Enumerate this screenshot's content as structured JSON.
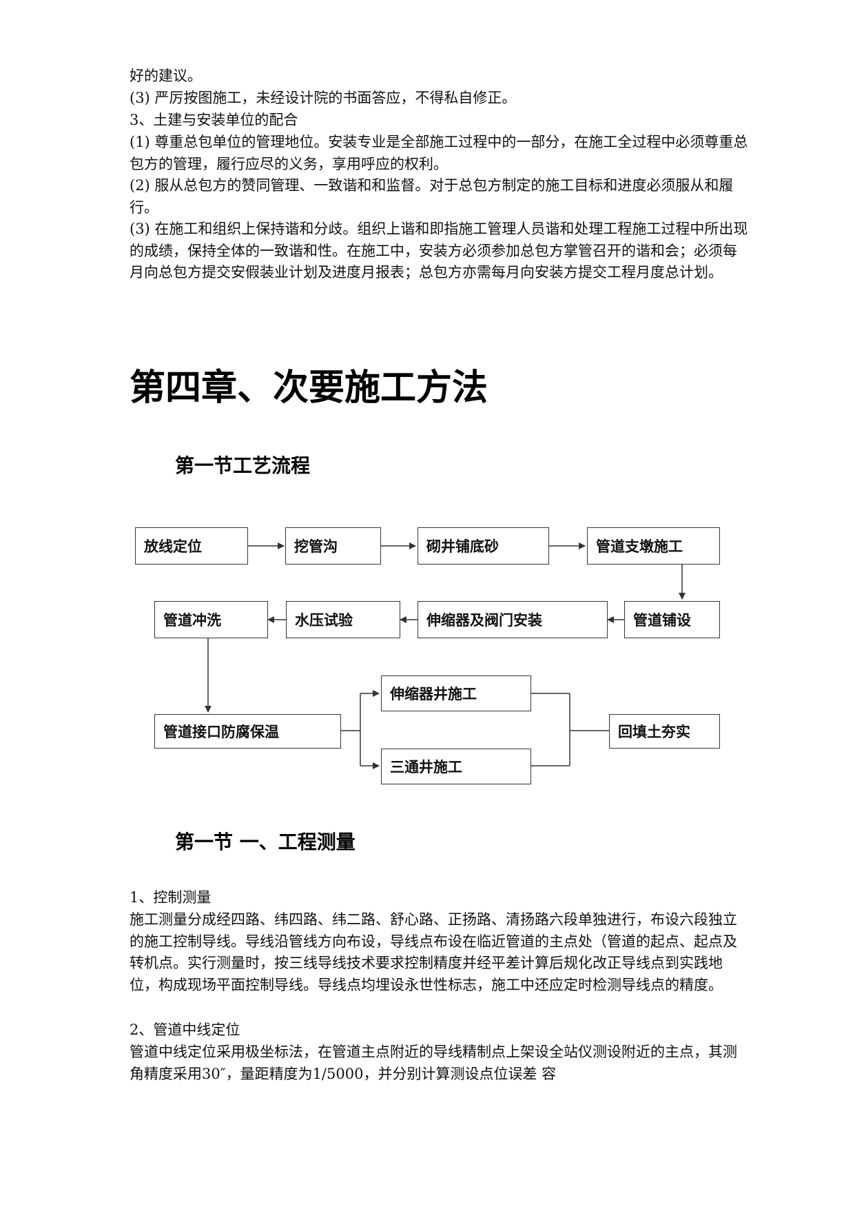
{
  "top_text": {
    "line_1": "好的建议。",
    "line_2": "(3)  严厉按图施工，未经设计院的书面答应，不得私自修正。",
    "line_3": "3、土建与安装单位的配合",
    "line_4": "(1)  尊重总包单位的管理地位。安装专业是全部施工过程中的一部分，在施工全过程中必须尊重总包方的管理，履行应尽的义务，享用呼应的权利。",
    "line_5": "(2)  服从总包方的赞同管理、一致谐和和监督。对于总包方制定的施工目标和进度必须服从和履行。",
    "line_6": "(3)  在施工和组织上保持谐和分歧。组织上谐和即指施工管理人员谐和处理工程施工过程中所出现的成绩，保持全体的一致谐和性。在施工中，安装方必须参加总包方掌管召开的谐和会；必须每月向总包方提交安假装业计划及进度月报表；总包方亦需每月向安装方提交工程月度总计划。"
  },
  "chapter_title": "第四章、次要施工方法",
  "section_1_title": "第一节工艺流程",
  "flowchart": {
    "steps": [
      "放线定位",
      "挖管沟",
      "砌井铺底砂",
      "管道支墩施工",
      "管道铺设",
      "伸缩器及阀门安装",
      "水压试验",
      "管道冲洗",
      "管道接口防腐保温",
      "伸缩器井施工",
      "三通井施工",
      "回填土夯实"
    ]
  },
  "section_2_title": "第一节 一、工程测量",
  "bottom_text": {
    "heading_1": "1、控制测量",
    "para_1": "施工测量分成经四路、纬四路、纬二路、舒心路、正扬路、清扬路六段单独进行，布设六段独立的施工控制导线。导线沿管线方向布设，导线点布设在临近管道的主点处（管道的起点、起点及转机点。实行测量时，按三线导线技术要求控制精度并经平差计算后规化改正导线点到实践地位，构成现场平面控制导线。导线点均埋设永世性标志，施工中还应定时检测导线点的精度。",
    "heading_2": "2、管道中线定位",
    "para_2": "管道中线定位采用极坐标法，在管道主点附近的导线精制点上架设全站仪测设附近的主点，其测角精度采用30″，量距精度为1/5000，并分别计算测设点位误差  容"
  }
}
